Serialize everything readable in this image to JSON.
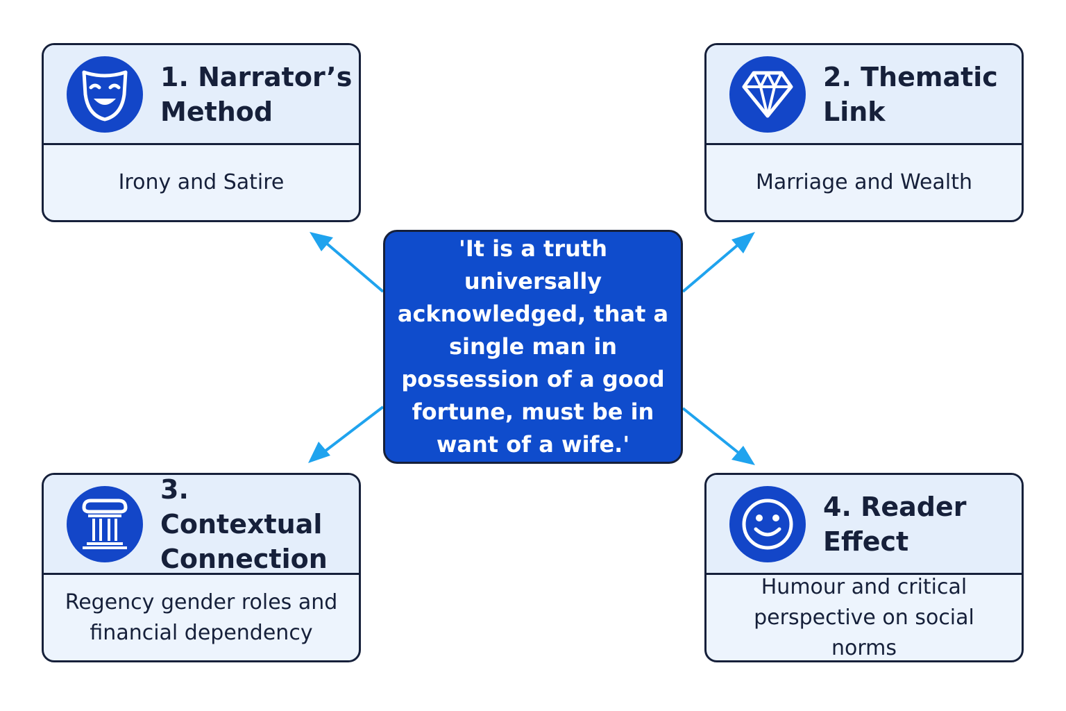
{
  "colors": {
    "accent": "#1346c8",
    "center_fill": "#0f4ccc",
    "arrow": "#1fa3ee",
    "card_fill": "#edf4fd",
    "border": "#16203a"
  },
  "center": {
    "quote": "'It is a truth universally acknowledged, that a single man in possession of a good fortune, must be in want of a wife.'"
  },
  "cards": [
    {
      "icon": "theatre-mask-icon",
      "title": "1. Narrator’s Method",
      "body": "Irony and Satire"
    },
    {
      "icon": "diamond-icon",
      "title": "2. Thematic Link",
      "body": "Marriage and Wealth"
    },
    {
      "icon": "column-pillar-icon",
      "title": "3. Contextual Connection",
      "body": "Regency gender roles and financial dependency"
    },
    {
      "icon": "smiley-face-icon",
      "title": "4. Reader Effect",
      "body": "Humour and critical perspective on social norms"
    }
  ]
}
